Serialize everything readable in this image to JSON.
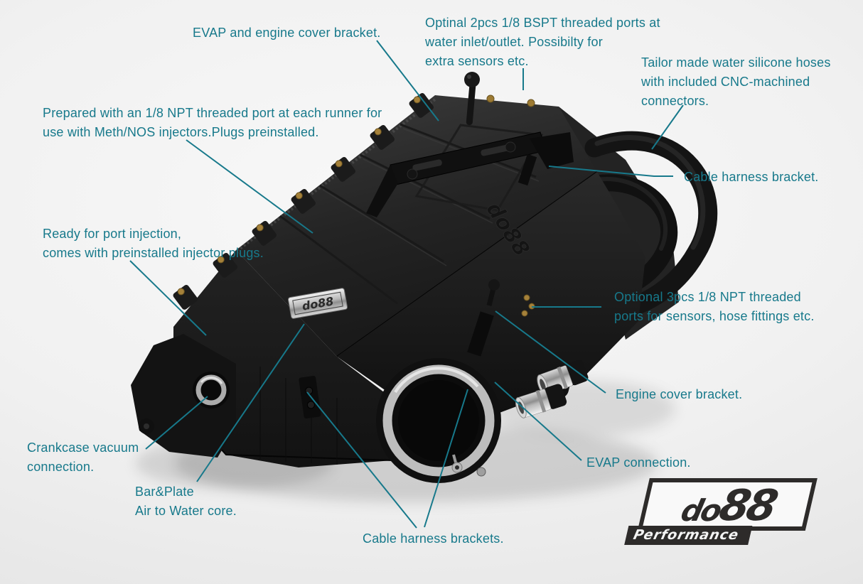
{
  "colors": {
    "label_teal": "#17798b",
    "background_light": "#f1f1f1",
    "product_dark": "#1d1d1d",
    "metal_silver": "#c9c9c9",
    "brass": "#a5813a",
    "logo_dark": "#2d2b2a"
  },
  "annotations": {
    "evap_engine_cover_bracket": {
      "lines": [
        "EVAP and engine cover bracket."
      ]
    },
    "optional_2pcs_bspt": {
      "lines": [
        "Optinal 2pcs 1/8 BSPT threaded ports at",
        "water inlet/outlet. Possibilty for",
        "extra sensors etc."
      ]
    },
    "tailor_made_hoses": {
      "lines": [
        "Tailor made water silicone hoses",
        "with included CNC-machined",
        "connectors."
      ]
    },
    "npt_each_runner": {
      "lines": [
        "Prepared with an 1/8 NPT threaded port at each runner for",
        "use with Meth/NOS injectors.Plugs preinstalled."
      ]
    },
    "cable_harness_bracket": {
      "lines": [
        "Cable harness bracket."
      ]
    },
    "port_injection": {
      "lines": [
        "Ready for port injection,",
        "comes with preinstalled injector plugs."
      ]
    },
    "optional_3pcs_npt": {
      "lines": [
        "Optional 3pcs 1/8 NPT threaded",
        "ports for sensors, hose fittings etc."
      ]
    },
    "engine_cover_bracket": {
      "lines": [
        "Engine cover bracket."
      ]
    },
    "crankcase_vacuum": {
      "lines": [
        "Crankcase vacuum",
        "connection."
      ]
    },
    "bar_plate_core": {
      "lines": [
        "Bar&Plate",
        "Air to Water core."
      ]
    },
    "evap_connection": {
      "lines": [
        "EVAP connection."
      ]
    },
    "cable_harness_brackets": {
      "lines": [
        "Cable harness brackets."
      ]
    }
  },
  "product": {
    "badge_text": "do88",
    "embossed_text": "do88"
  },
  "logo": {
    "brand_prefix": "do",
    "brand_suffix": "88",
    "tagline": "Performance"
  }
}
